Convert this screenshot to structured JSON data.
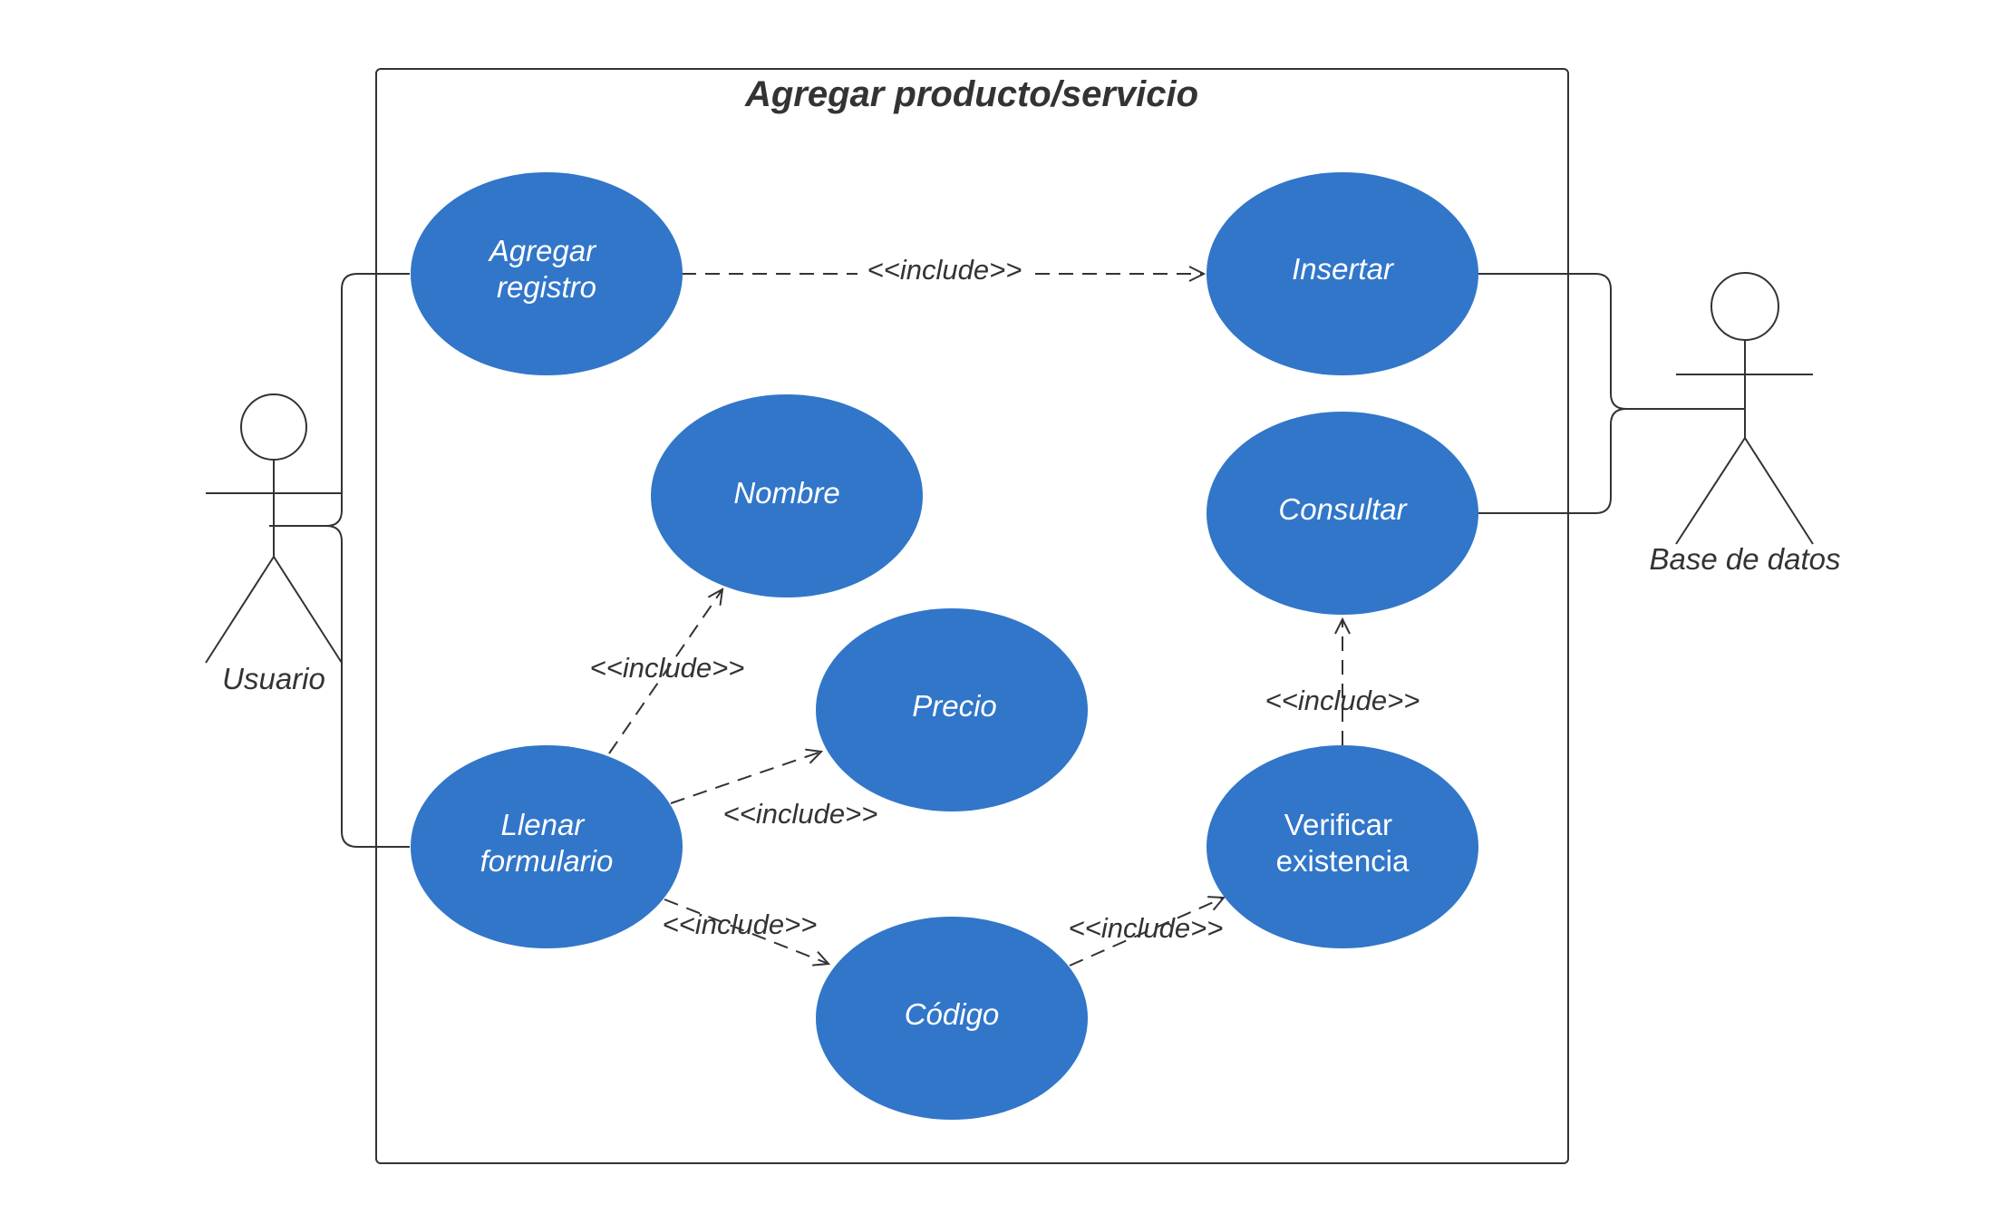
{
  "diagram": {
    "title": "Agregar producto/servicio",
    "colors": {
      "use_case_fill": "#3176C9",
      "use_case_text": "#FFFFFF",
      "line": "#333333",
      "text": "#333333"
    },
    "actors": {
      "usuario": "Usuario",
      "base_datos": "Base de datos"
    },
    "use_cases": {
      "agregar_registro": [
        "Agregar",
        "registro"
      ],
      "insertar": "Insertar",
      "nombre": "Nombre",
      "consultar": "Consultar",
      "precio": "Precio",
      "llenar_formulario": [
        "Llenar",
        "formulario"
      ],
      "verificar_existencia": [
        "Verificar",
        "existencia"
      ],
      "codigo": "Código"
    },
    "relations": {
      "agregar_insertar": "<<include>>",
      "llenar_nombre": "<<include>>",
      "llenar_precio": "<<include>>",
      "llenar_codigo": "<<include>>",
      "codigo_verificar": "<<include>>",
      "verificar_consultar": "<<include>>"
    }
  }
}
